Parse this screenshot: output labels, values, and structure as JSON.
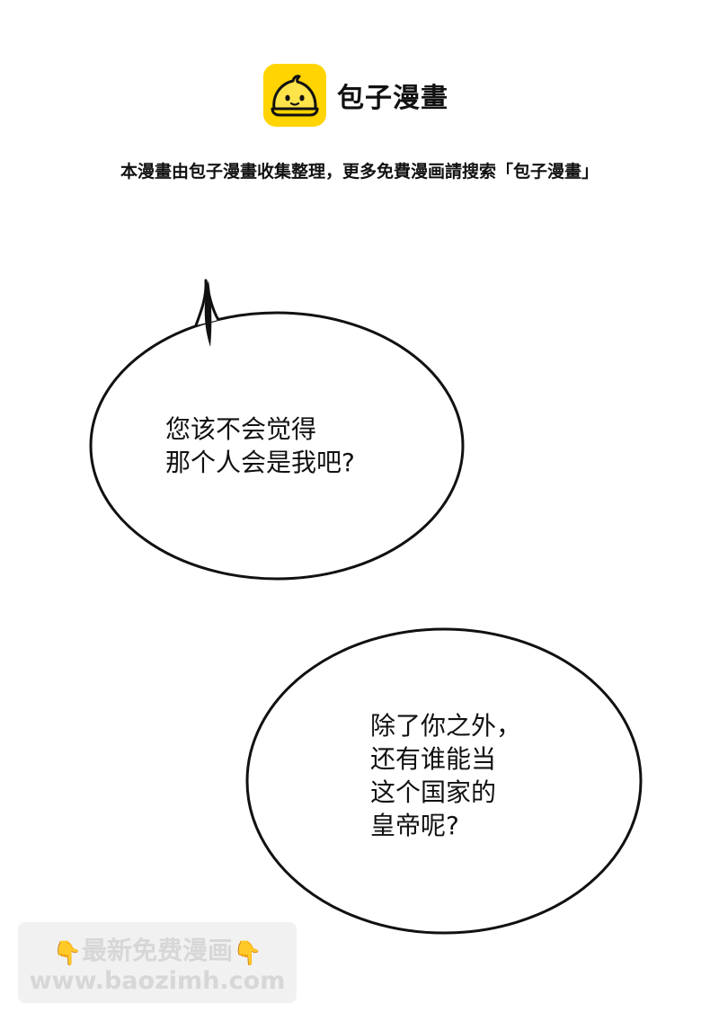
{
  "brand": {
    "name": "包子漫畫",
    "logo_icon": "bun-mascot-icon",
    "logo_color": "#FFD400"
  },
  "notice": "本漫畫由包子漫畫收集整理，更多免費漫画請搜索「包子漫畫」",
  "bubbles": [
    {
      "lines": [
        "您该不会觉得",
        "那个人会是我吧?"
      ]
    },
    {
      "lines": [
        "除了你之外，",
        "还有谁能当",
        "这个国家的",
        "皇帝呢?"
      ]
    }
  ],
  "watermark": {
    "icon": "pointing-down-hand-icon",
    "title": "最新免费漫画",
    "url": "www.baozimh.com"
  }
}
